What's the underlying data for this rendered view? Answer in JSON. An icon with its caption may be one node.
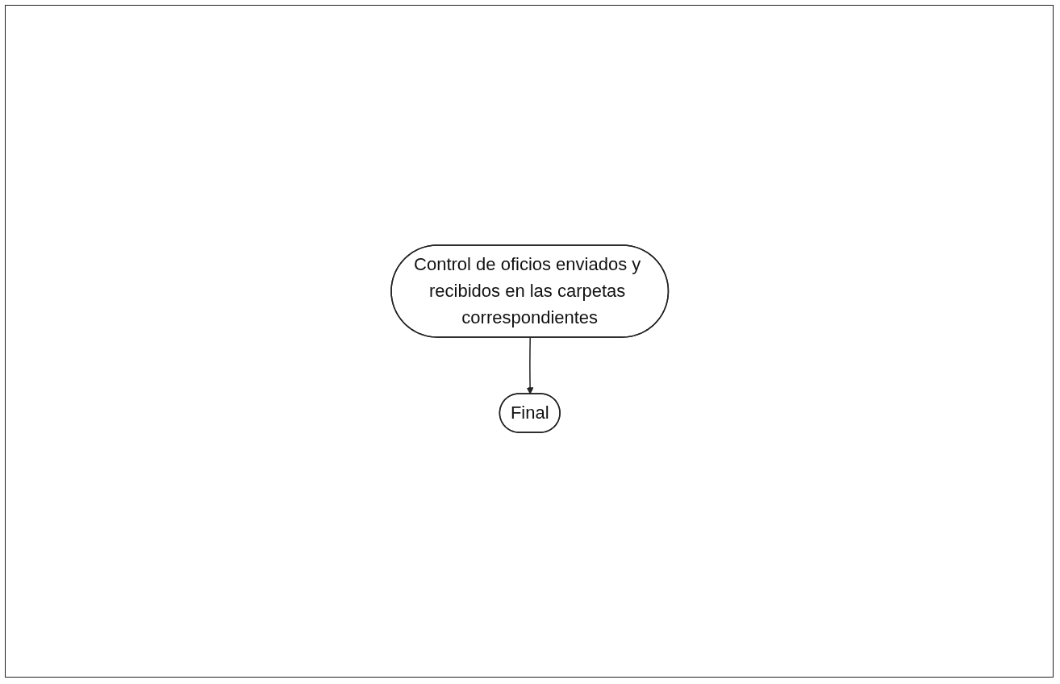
{
  "diagram": {
    "nodes": [
      {
        "text": [
          "Control de oficios enviados y recibidos en las carpetas correspondientes"
        ]
      },
      {
        "text": [
          "Final"
        ]
      }
    ],
    "edges": [
      {
        "from": 0,
        "to": 1,
        "arrow": "to"
      }
    ]
  }
}
